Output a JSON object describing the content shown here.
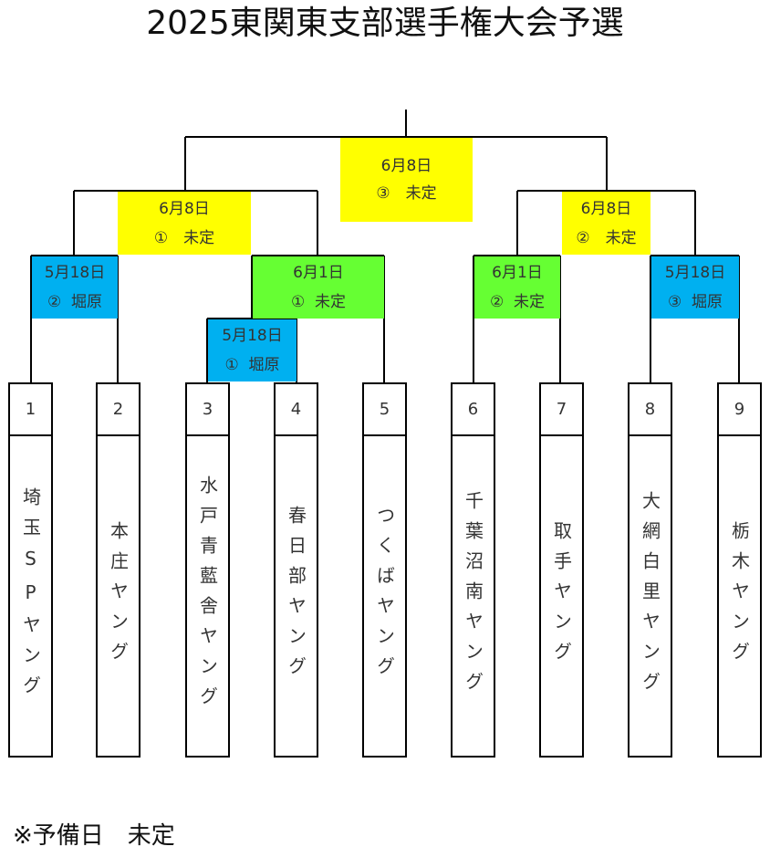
{
  "title": "2025東関東支部選手権大会予選",
  "footnote": "※予備日　未定",
  "colors": {
    "final": "#ffff00",
    "semi": "#ffff00",
    "green": "#66ff33",
    "blue": "#00b0f0",
    "line": "#000000"
  },
  "matches": {
    "final": {
      "date": "6月8日",
      "info": "③　未定"
    },
    "semi_l": {
      "date": "6月8日",
      "info": "①　未定"
    },
    "semi_r": {
      "date": "6月8日",
      "info": "②　未定"
    },
    "r1_12": {
      "date": "5月18日",
      "info": "②  堀原"
    },
    "r2_l": {
      "date": "6月1日",
      "info": "①  未定"
    },
    "r1_34": {
      "date": "5月18日",
      "info": "①  堀原"
    },
    "r2_67": {
      "date": "6月1日",
      "info": "②  未定"
    },
    "r1_89": {
      "date": "5月18日",
      "info": "③  堀原"
    }
  },
  "teams": [
    {
      "num": "1",
      "name": "埼玉SPヤング"
    },
    {
      "num": "2",
      "name": "本庄ヤング"
    },
    {
      "num": "3",
      "name": "水戸青藍舎ヤング"
    },
    {
      "num": "4",
      "name": "春日部ヤング"
    },
    {
      "num": "5",
      "name": "つくばヤング"
    },
    {
      "num": "6",
      "name": "千葉沼南ヤング"
    },
    {
      "num": "7",
      "name": "取手ヤング"
    },
    {
      "num": "8",
      "name": "大網白里ヤング"
    },
    {
      "num": "9",
      "name": "栃木ヤング"
    }
  ]
}
